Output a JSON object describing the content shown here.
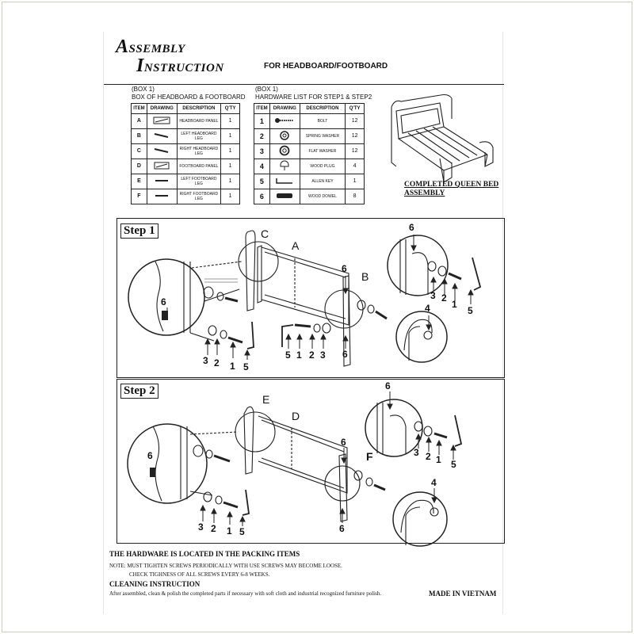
{
  "title": {
    "line1_cap": "A",
    "line1": "SSEMBLY",
    "line2_cap": "I",
    "line2": "NSTRUCTION"
  },
  "subtitle": "FOR HEADBOARD/FOOTBOARD",
  "box1": {
    "caption_line1": "(BOX 1)",
    "caption_line2": "BOX OF HEADBOARD & FOOTBOARD",
    "headers": [
      "ITEM",
      "DRAWING",
      "DESCRIPTION",
      "Q'TY"
    ],
    "rows": [
      {
        "item": "A",
        "desc": "HEADBOARD PANEL",
        "qty": "1"
      },
      {
        "item": "B",
        "desc": "LEFT HEADBOARD LEG",
        "qty": "1"
      },
      {
        "item": "C",
        "desc": "RIGHT HEADBOARD LEG",
        "qty": "1"
      },
      {
        "item": "D",
        "desc": "FOOTBOARD PANEL",
        "qty": "1"
      },
      {
        "item": "E",
        "desc": "LEFT FOOTBOARD LEG",
        "qty": "1"
      },
      {
        "item": "F",
        "desc": "RIGHT FOOTBOARD LEG",
        "qty": "1"
      }
    ]
  },
  "box2": {
    "caption_line1": "(BOX 1)",
    "caption_line2": "HARDWARE LIST FOR STEP1 & STEP2",
    "headers": [
      "ITEM",
      "DRAWING",
      "DESCRIPTION",
      "Q'TY"
    ],
    "rows": [
      {
        "item": "1",
        "desc": "BOLT",
        "qty": "12"
      },
      {
        "item": "2",
        "desc": "SPRING WASHER",
        "qty": "12"
      },
      {
        "item": "3",
        "desc": "FLAT WASHER",
        "qty": "12"
      },
      {
        "item": "4",
        "desc": "WOOD PLUG",
        "qty": "4"
      },
      {
        "item": "5",
        "desc": "ALLEN KEY",
        "qty": "1"
      },
      {
        "item": "6",
        "desc": "WOOD DOWEL",
        "qty": "8"
      }
    ]
  },
  "completed_label": "COMPLETED QUEEN BED ASSEMBLY",
  "step1": {
    "label": "Step 1",
    "callouts": {
      "c": "C",
      "a": "A",
      "b": "B"
    },
    "nums": {
      "n6a": "6",
      "n6b": "6",
      "n6c": "6",
      "n6d": "6",
      "n4": "4",
      "l3": "3",
      "l2": "2",
      "l1": "1",
      "l5": "5",
      "m5": "5",
      "m1": "1",
      "m2": "2",
      "m3": "3",
      "r3": "3",
      "r2": "2",
      "r1": "1",
      "r5": "5"
    }
  },
  "step2": {
    "label": "Step 2",
    "callouts": {
      "e": "E",
      "d": "D",
      "f": "F"
    },
    "nums": {
      "n6a": "6",
      "n6b": "6",
      "n6c": "6",
      "n6d": "6",
      "n4": "4",
      "l3": "3",
      "l2": "2",
      "l1": "1",
      "l5": "5",
      "r3": "3",
      "r2": "2",
      "r1": "1",
      "r5": "5"
    }
  },
  "notes": {
    "heading": "THE HARDWARE IS LOCATED IN THE PACKING ITEMS",
    "note1": "NOTE: MUST TIGHTEN SCREWS PERIODICALLY WITH USE SCREWS MAY BECOME LOOSE.",
    "note2": "CHECK TIGHNESS OF ALL SCREWS EVERY 6-8 WEEKS.",
    "cleaning_heading": "CLEANING INSTRUCTION",
    "cleaning_text": "After assembled, clean & polish the completed parts if necessary with soft cloth and industrial recognized furniture polish.",
    "made_in": "MADE IN VIETNAM"
  }
}
